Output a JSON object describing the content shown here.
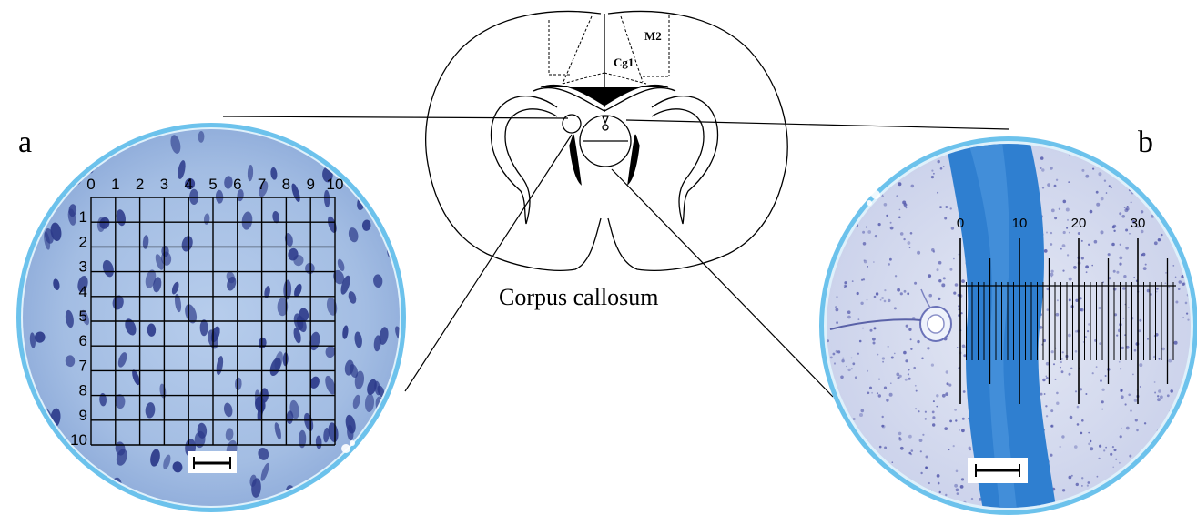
{
  "panels": {
    "left_letter": "a",
    "right_letter": "b"
  },
  "brain_section": {
    "regions": [
      "M2",
      "Cg1"
    ],
    "caption": "Corpus callosum"
  },
  "grid_reticle": {
    "column_labels": [
      "0",
      "1",
      "2",
      "3",
      "4",
      "5",
      "6",
      "7",
      "8",
      "9",
      "10"
    ],
    "row_labels": [
      "1",
      "2",
      "3",
      "4",
      "5",
      "6",
      "7",
      "8",
      "9",
      "10"
    ],
    "has_scale_bar": true
  },
  "ruler_reticle": {
    "tick_labels": [
      "0",
      "10",
      "20",
      "30"
    ],
    "has_scale_bar": true
  },
  "colors": {
    "stain_light": "#a9c4e6",
    "stain_nuclei": "#2c3a8a",
    "callosum_blue": "#2f7fd0",
    "rim_blue": "#7ec8ee"
  }
}
